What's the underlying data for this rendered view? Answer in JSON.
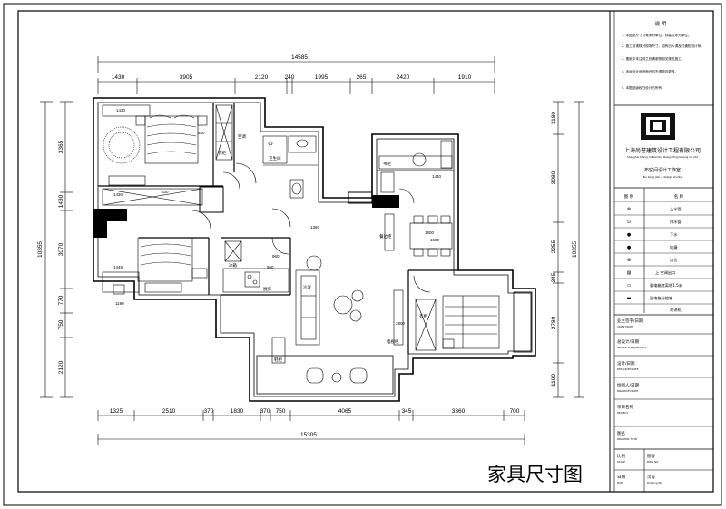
{
  "caption": "家具尺寸图",
  "dims": {
    "top_total": "14585",
    "top_parts": [
      "1430",
      "3905",
      "2120",
      "240",
      "1995",
      "265",
      "2420",
      "1910"
    ],
    "bottom_parts": [
      "1325",
      "2510",
      "370",
      "1830",
      "370",
      "750",
      "4065",
      "345",
      "3360",
      "700"
    ],
    "bottom_total": "15305",
    "left_total": "10355",
    "left_parts": [
      "3365",
      "1430",
      "3070",
      "770",
      "750",
      "2120"
    ],
    "right_total": "10355",
    "right_parts": [
      "1180",
      "3080",
      "2255",
      "345",
      "2780",
      "1190"
    ],
    "inner": [
      "1430",
      "530",
      "530",
      "1430",
      "1445",
      "1190",
      "1360",
      "960",
      "960",
      "2800",
      "1600",
      "1500",
      "1440"
    ]
  },
  "room_labels": [
    "衣柜",
    "衣柜",
    "冰箱",
    "厨房",
    "卫生间",
    "电视柜",
    "沙发",
    "空调",
    "鞋柜",
    "书柜",
    "餐边柜"
  ],
  "title_block": {
    "notes_heading": "说  明",
    "notes": [
      "1. 本图纸尺寸以毫米为单位，标高以米为单位。",
      "2. 施工前请核对现场尺寸，如有出入请及时通知设计师。",
      "3. 图纸中未注明之处请参照相关规范施工。",
      "4. 未经设计师书面许可不得擅自更改。",
      "5. 本图纸版权归设计方所有。"
    ],
    "company": "上海尚誉建筑设计工程有限公司",
    "company_en": "Shanghai Shang Yu Building Design Engineering Co.,Ltd",
    "studio": "布空间设计工作室",
    "studio_en": "Bu kong jian a design studio",
    "legend_header": [
      "图 例",
      "名  称"
    ],
    "legend_rows": [
      {
        "symbol": "⊗",
        "name": "上水管"
      },
      {
        "symbol": "⊙",
        "name": "排水管"
      },
      {
        "symbol": "●",
        "name": "下水"
      },
      {
        "symbol": "●",
        "name": "地漏"
      },
      {
        "symbol": "⊕",
        "name": "坑位"
      },
      {
        "symbol": "▨",
        "name": "上 空调出口"
      },
      {
        "symbol": "▭",
        "name": "弱电箱底离地1.5米"
      },
      {
        "symbol": "▬",
        "name": "强电箱分控箱"
      },
      {
        "symbol": "",
        "name": "对讲机"
      }
    ],
    "fields": [
      {
        "label": "业主签字/日期",
        "sub": "CLIENT/DATE"
      },
      {
        "label": "总设计/日期",
        "sub": "General Designer/DATE"
      },
      {
        "label": "设计/日期",
        "sub": "DESIGN BY/DATE"
      },
      {
        "label": "绘图人/日期",
        "sub": "DRAWN BY/DATE"
      },
      {
        "label": "项目名称",
        "sub": "PROJECT"
      },
      {
        "label": "图名",
        "sub": "DRAWING TITLE"
      }
    ],
    "scale_label": "比例",
    "scale_sub": "SCALE",
    "no_label": "图号",
    "no_sub": "DWG NO",
    "date_label": "日期",
    "date_sub": "DATE",
    "page_label": "页号",
    "page_sub": "Drawing No."
  },
  "colors": {
    "line": "#000000",
    "paper": "#ffffff",
    "hatch": "#000000"
  }
}
